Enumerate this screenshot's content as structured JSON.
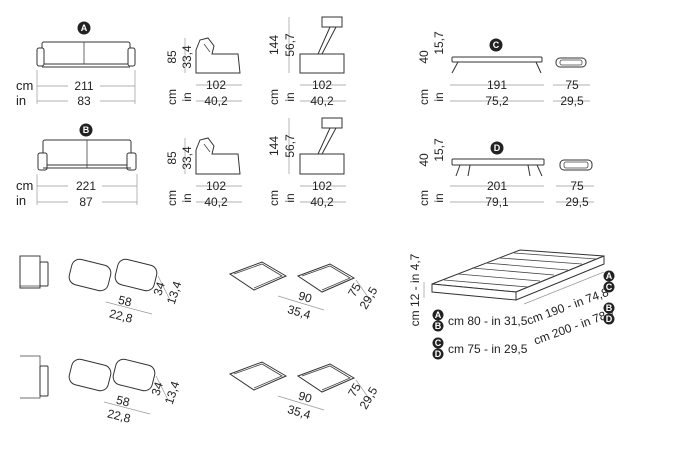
{
  "units": {
    "cm": "cm",
    "in": "in"
  },
  "badges": {
    "a": "A",
    "b": "B",
    "c": "C",
    "d": "D"
  },
  "sofa_a": {
    "width_cm": "211",
    "width_in": "83",
    "height_cm": "85",
    "height_in": "33,4",
    "depth_cm": "102",
    "depth_in": "40,2",
    "open_height_cm": "144",
    "open_height_in": "56,7",
    "open_depth_cm": "102",
    "open_depth_in": "40,2"
  },
  "sofa_b": {
    "width_cm": "221",
    "width_in": "87",
    "height_cm": "85",
    "height_in": "33,4",
    "depth_cm": "102",
    "depth_in": "40,2",
    "open_height_cm": "144",
    "open_height_in": "56,7",
    "open_depth_cm": "102",
    "open_depth_in": "40,2"
  },
  "bed_c": {
    "height_cm": "40",
    "height_in": "15,7",
    "length_cm": "191",
    "length_in": "75,2",
    "width_cm": "75",
    "width_in": "29,5"
  },
  "bed_d": {
    "height_cm": "40",
    "height_in": "15,7",
    "length_cm": "201",
    "length_in": "79,1",
    "width_cm": "75",
    "width_in": "29,5"
  },
  "cushions_1": {
    "w_cm": "58",
    "w_in": "22,8",
    "d_cm": "34",
    "d_in": "13,4"
  },
  "cushions_2": {
    "w_cm": "58",
    "w_in": "22,8",
    "d_cm": "34",
    "d_in": "13,4"
  },
  "trays_1": {
    "w_cm": "90",
    "w_in": "35,4",
    "d_cm": "75",
    "d_in": "29,5"
  },
  "trays_2": {
    "w_cm": "90",
    "w_in": "35,4",
    "d_cm": "75",
    "d_in": "29,5"
  },
  "mattress": {
    "thickness": "cm 12 - in 4,7",
    "length_ac": "cm 190 - in 74,8",
    "length_bd": "cm 200 - in 78,7",
    "width_ab": "cm 80 - in 31,5",
    "width_cd": "cm 75 - in 29,5"
  }
}
